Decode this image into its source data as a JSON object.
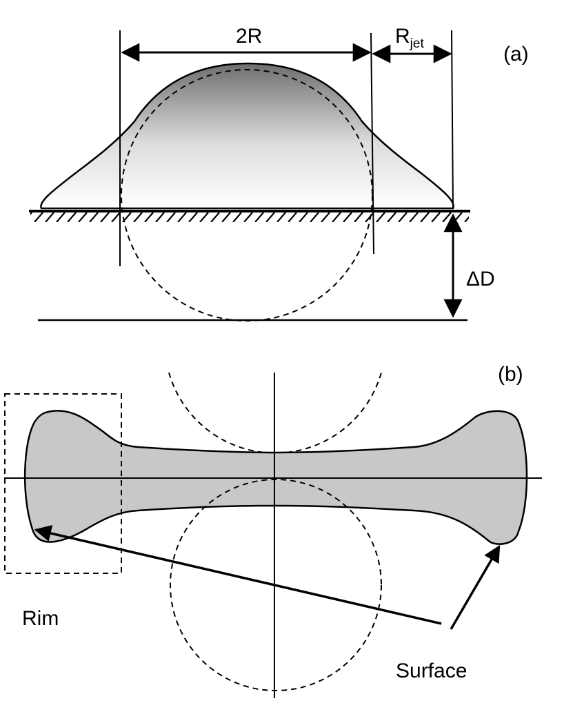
{
  "panel_a": {
    "tag": "(a)",
    "width_label": "2R",
    "jet_label_main": "R",
    "jet_label_sub": "jet",
    "depth_label": "ΔD"
  },
  "panel_b": {
    "tag": "(b)",
    "rim_label": "Rim",
    "surface_label": "Surface"
  },
  "colors": {
    "dome_top": "#6e6e6e",
    "dome_bottom": "#ffffff",
    "disk_fill": "#c8c8c8",
    "stroke": "#000000"
  }
}
